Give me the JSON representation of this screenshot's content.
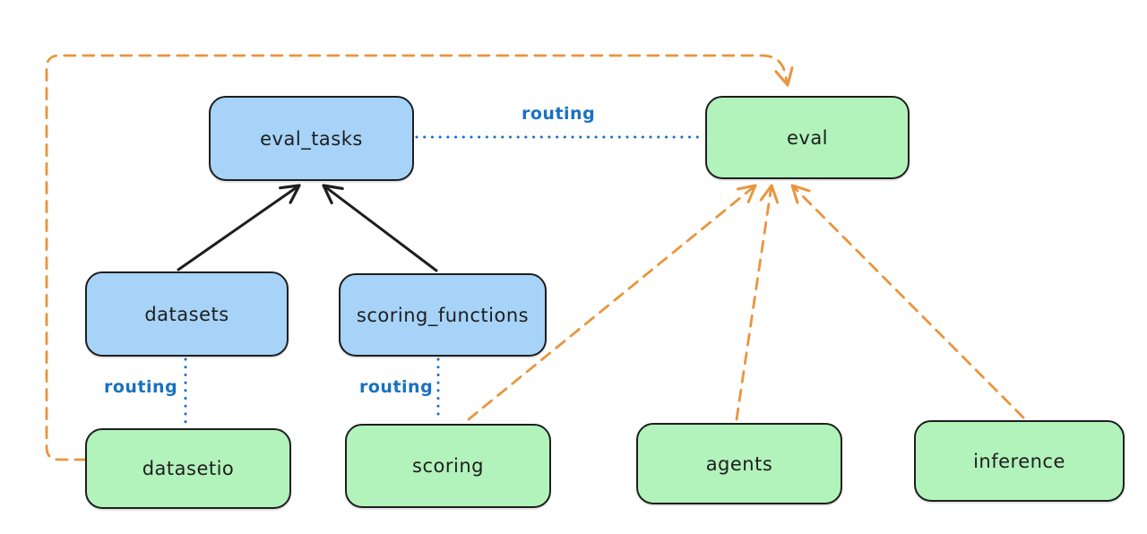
{
  "diagram": {
    "background": "#ffffff",
    "nodes": [
      {
        "id": "eval_tasks",
        "label": "eval_tasks",
        "color": "blue"
      },
      {
        "id": "eval",
        "label": "eval",
        "color": "green"
      },
      {
        "id": "datasets",
        "label": "datasets",
        "color": "blue"
      },
      {
        "id": "scoring_functions",
        "label": "scoring_functions",
        "color": "blue"
      },
      {
        "id": "datasetio",
        "label": "datasetio",
        "color": "green"
      },
      {
        "id": "scoring",
        "label": "scoring",
        "color": "green"
      },
      {
        "id": "agents",
        "label": "agents",
        "color": "green"
      },
      {
        "id": "inference",
        "label": "inference",
        "color": "green"
      }
    ],
    "edges": [
      {
        "from": "datasets",
        "to": "eval_tasks",
        "style": "solid-arrow",
        "color": "#1e1e1e"
      },
      {
        "from": "scoring_functions",
        "to": "eval_tasks",
        "style": "solid-arrow",
        "color": "#1e1e1e"
      },
      {
        "from": "eval_tasks",
        "to": "eval",
        "style": "dotted-line",
        "color": "#1971c2",
        "label": "routing"
      },
      {
        "from": "datasets",
        "to": "datasetio",
        "style": "dotted-line",
        "color": "#1971c2",
        "label": "routing"
      },
      {
        "from": "scoring_functions",
        "to": "scoring",
        "style": "dotted-line",
        "color": "#1971c2",
        "label": "routing"
      },
      {
        "from": "datasetio",
        "to": "eval",
        "style": "dashed-arrow",
        "color": "#e9953e"
      },
      {
        "from": "scoring",
        "to": "eval",
        "style": "dashed-arrow",
        "color": "#e9953e"
      },
      {
        "from": "agents",
        "to": "eval",
        "style": "dashed-arrow",
        "color": "#e9953e"
      },
      {
        "from": "inference",
        "to": "eval",
        "style": "dashed-arrow",
        "color": "#e9953e"
      }
    ],
    "edge_labels": [
      {
        "text": "routing"
      },
      {
        "text": "routing"
      },
      {
        "text": "routing"
      }
    ],
    "colors": {
      "blue_fill": "#a6d3f7",
      "green_fill": "#b2f2bb",
      "stroke": "#1e1e1e",
      "orange": "#e9953e",
      "routing_blue": "#1971c2"
    }
  }
}
